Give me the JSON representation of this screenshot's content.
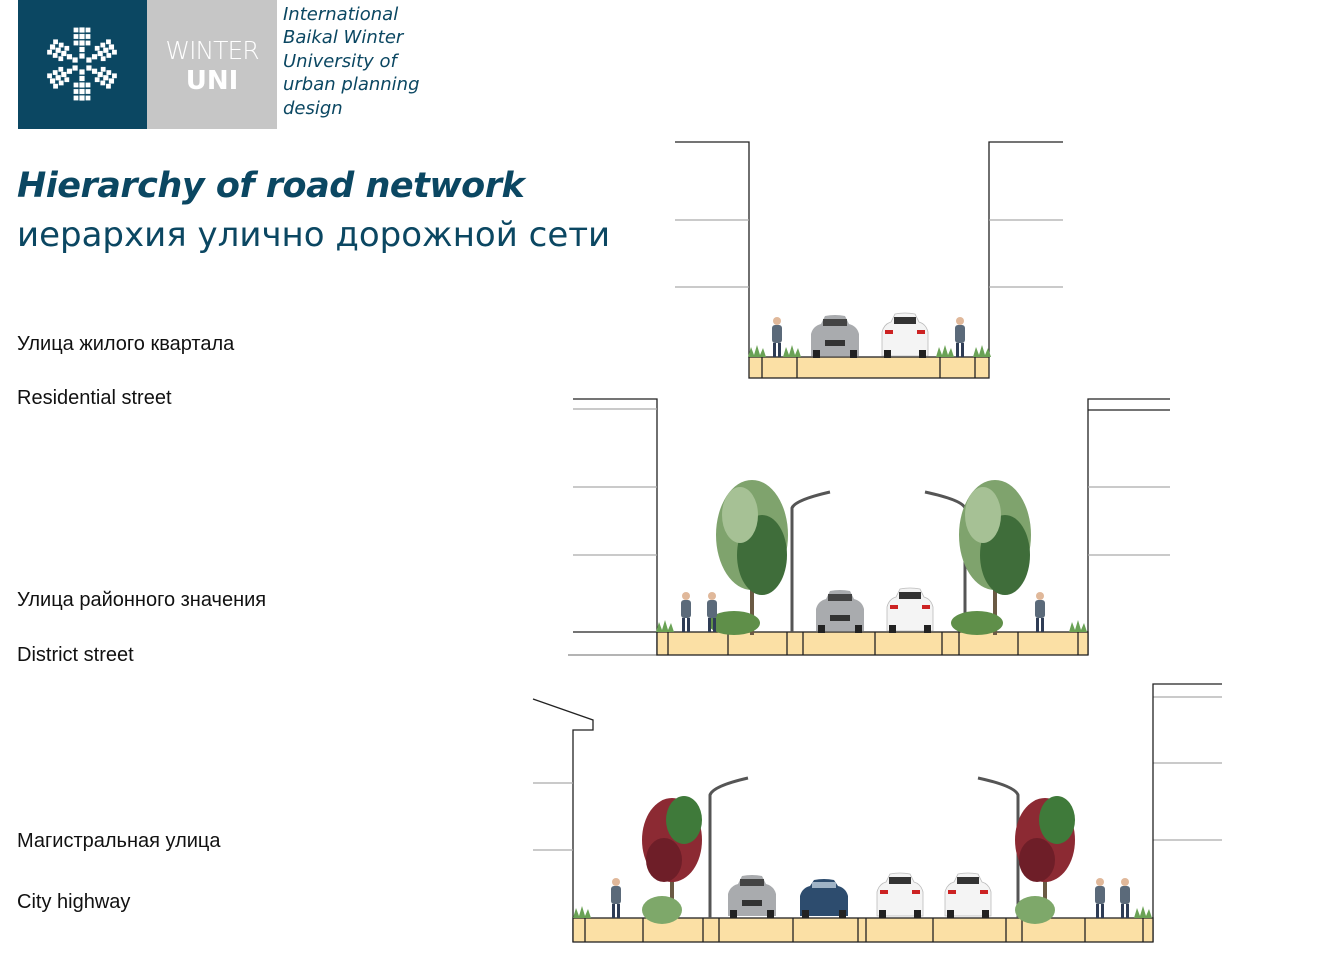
{
  "logo": {
    "mark": "snowflake-icon",
    "word1": "WINTER",
    "word2": "UNI",
    "org_lines": [
      "International",
      "Baikal Winter",
      "University of",
      "urban planning",
      "design"
    ]
  },
  "title": "Hierarchy of road network",
  "subtitle": "иерархия улично дорожной сети",
  "sections": [
    {
      "label_ru": "Улица жилого квартала",
      "label_en": "Residential street"
    },
    {
      "label_ru": "Улица районного значения",
      "label_en": "District street"
    },
    {
      "label_ru": "Магистральная улица",
      "label_en": "City highway"
    }
  ],
  "colors": {
    "brand": "#0b4762",
    "pavement": "#fbe0a5",
    "logo_grey": "#c6c6c6"
  }
}
